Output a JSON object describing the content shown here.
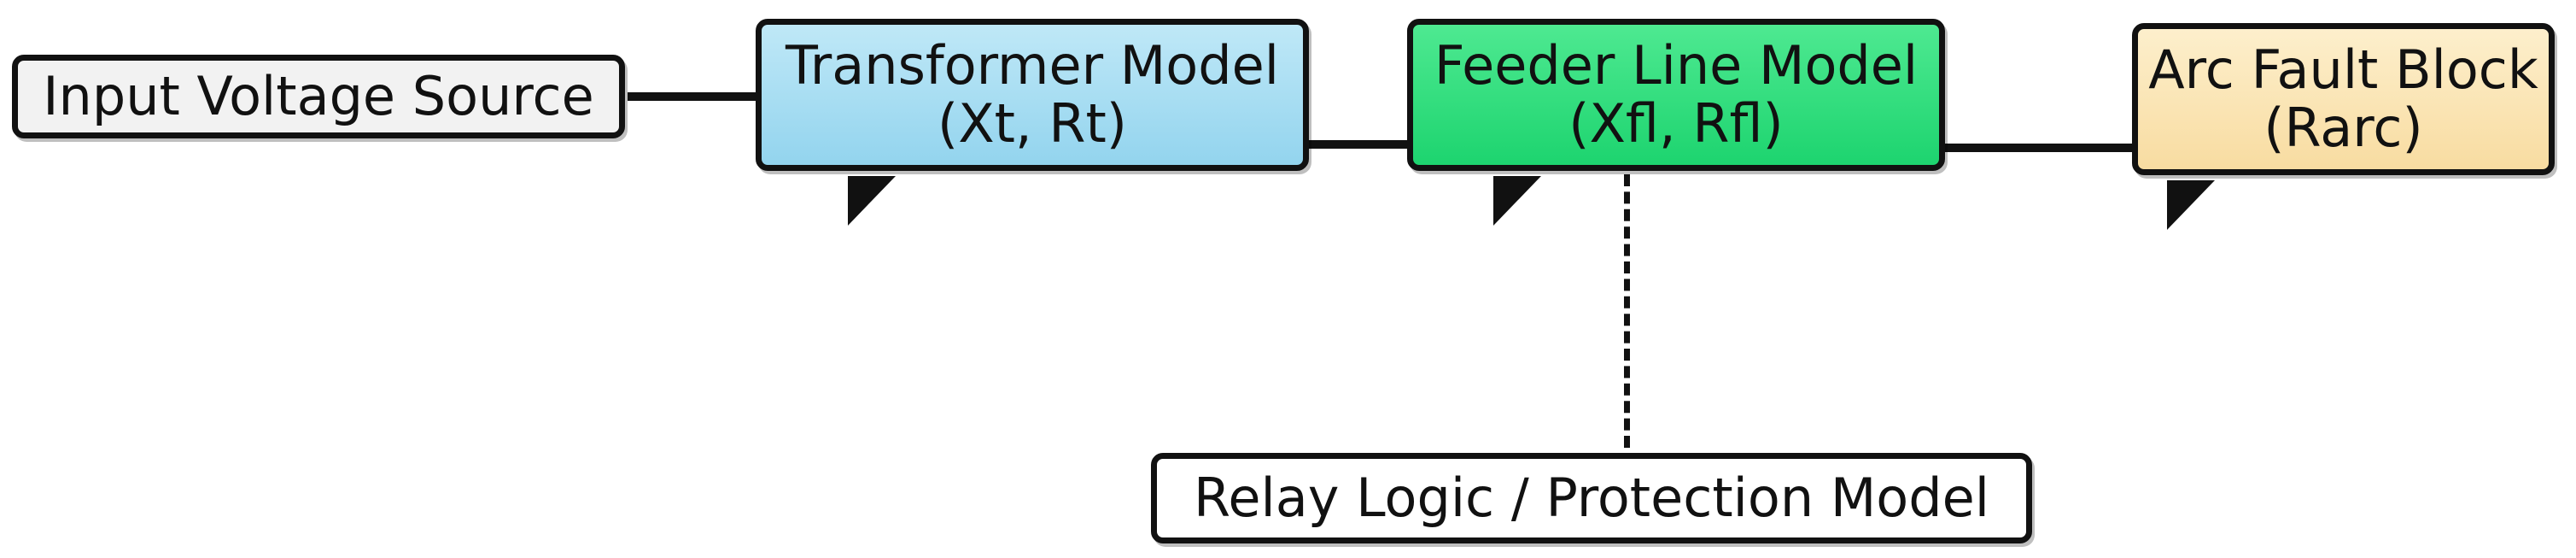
{
  "diagram": {
    "input": {
      "label": "Input Voltage Source"
    },
    "transformer": {
      "title": "Transformer Model",
      "params": "(Xt, Rt)"
    },
    "feeder": {
      "title": "Feeder Line Model",
      "params": "(Xfl, Rfl)"
    },
    "arc": {
      "title": "Arc Fault Block",
      "params": "(Rarc)"
    },
    "relay": {
      "label": "Relay Logic / Protection Model"
    }
  },
  "colors": {
    "input_fill": "#f2f2f2",
    "transformer_fill": "#a9def2",
    "feeder_fill": "#2ede7e",
    "arc_fill": "#fbe6b5",
    "relay_fill": "#ffffff",
    "line": "#111111"
  }
}
